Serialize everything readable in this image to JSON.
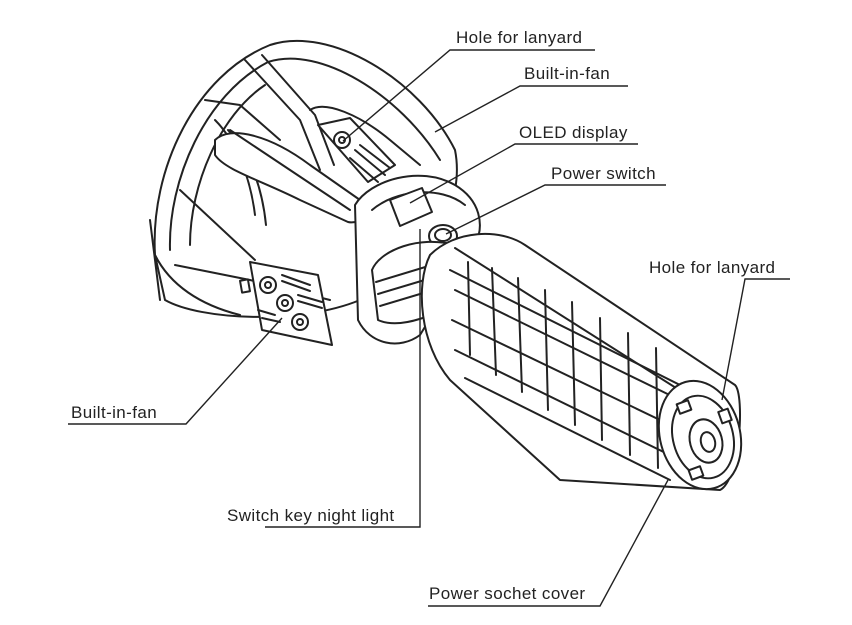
{
  "diagram": {
    "callouts": {
      "hole_lanyard_top": "Hole for lanyard",
      "fan_top": "Built-in-fan",
      "oled": "OLED display",
      "power_switch": "Power switch",
      "hole_lanyard_tail": "Hole for lanyard",
      "fan_side": "Built-in-fan",
      "night_light": "Switch key night light",
      "socket_cover": "Power sochet cover"
    }
  }
}
